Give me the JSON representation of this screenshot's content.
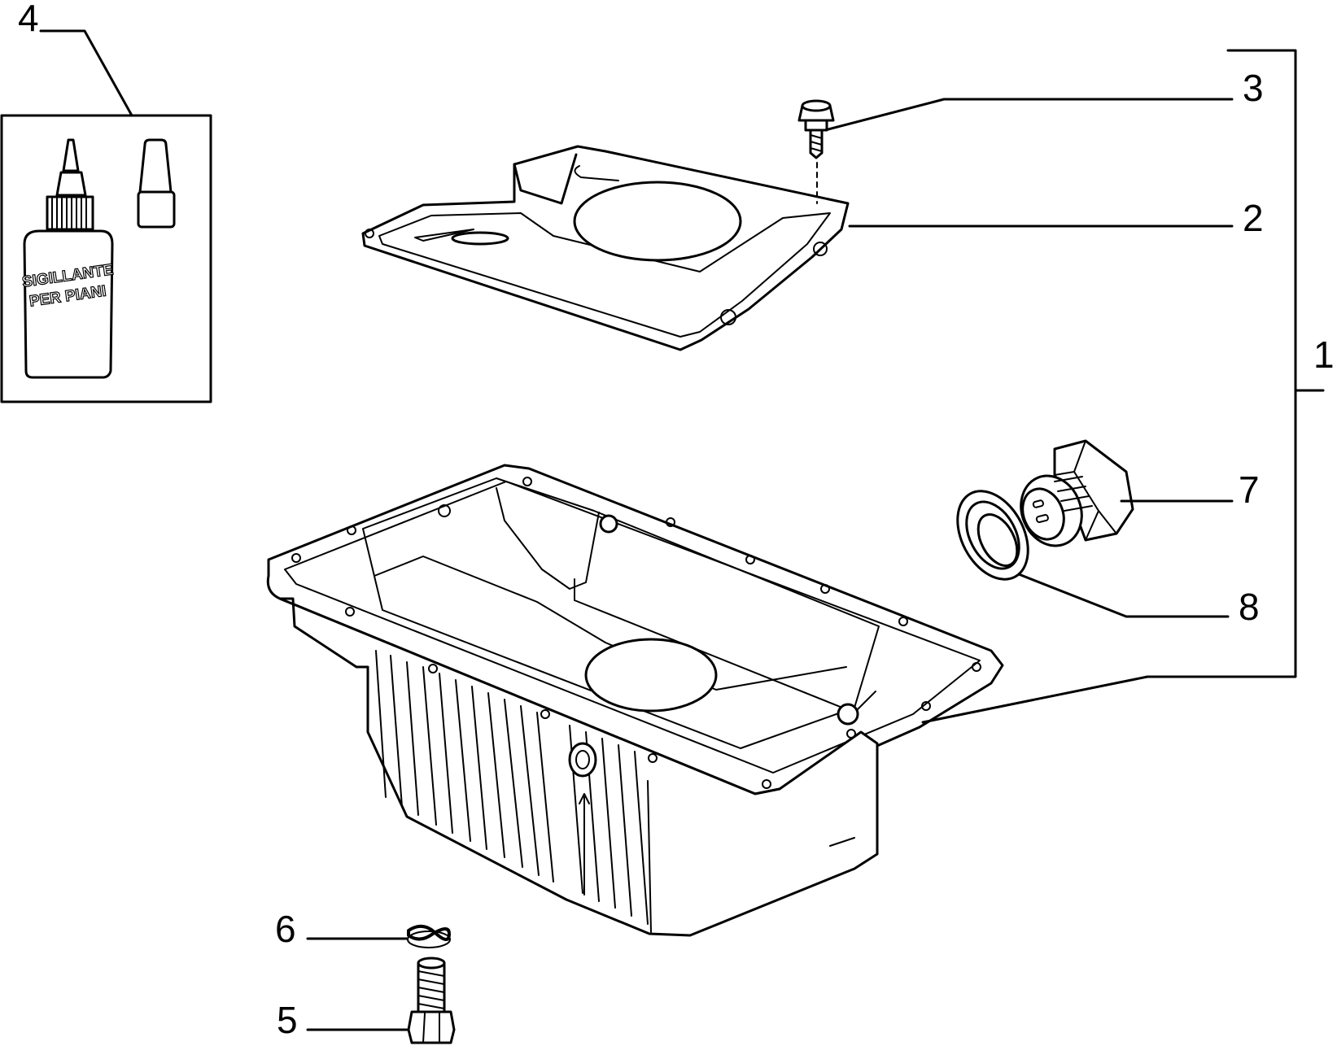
{
  "callouts": {
    "c1": "1",
    "c2": "2",
    "c3": "3",
    "c4": "4",
    "c5": "5",
    "c6": "6",
    "c7": "7",
    "c8": "8"
  },
  "sealant_tube": {
    "line1": "SIGILLANTE",
    "line2": "PER PIANI"
  }
}
